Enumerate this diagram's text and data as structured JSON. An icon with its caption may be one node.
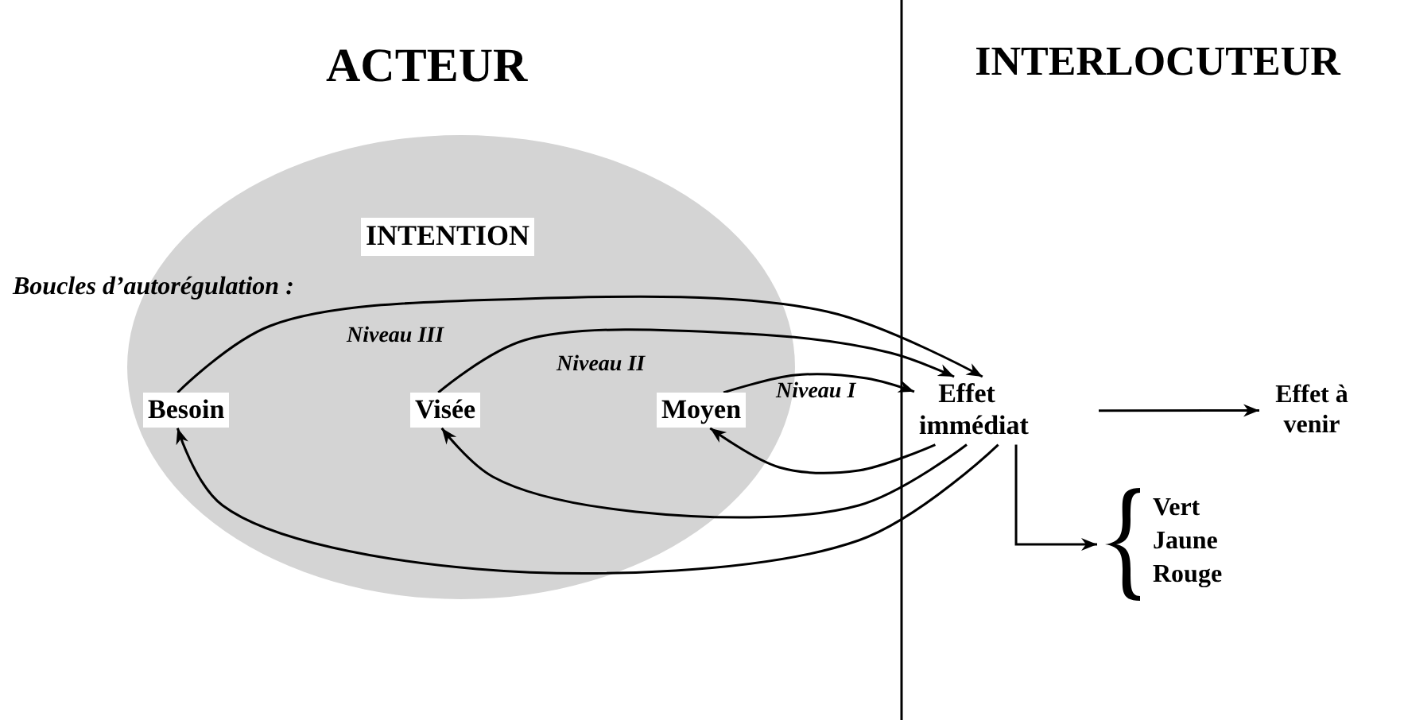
{
  "diagram": {
    "nodes": [
      {
        "text": [
          "INTENTION"
        ]
      },
      {
        "text": [
          "Besoin"
        ],
        "in": 0
      },
      {
        "text": [
          "Visée"
        ],
        "in": 0
      },
      {
        "text": [
          "Moyen"
        ],
        "in": 0
      },
      {
        "text": [
          "Effet immédiat"
        ]
      },
      {
        "text": [
          "Effet à venir"
        ]
      },
      {
        "text": [
          "Vert",
          "Jaune",
          "Rouge"
        ]
      }
    ],
    "edges": [
      {
        "from": 1,
        "to": 4,
        "arrow": "to",
        "label": "Niveau III"
      },
      {
        "from": 2,
        "to": 4,
        "arrow": "to",
        "label": "Niveau II"
      },
      {
        "from": 3,
        "to": 4,
        "arrow": "to",
        "label": "Niveau I"
      },
      {
        "from": 4,
        "to": 3,
        "arrow": "to"
      },
      {
        "from": 4,
        "to": 2,
        "arrow": "to"
      },
      {
        "from": 4,
        "to": 1,
        "arrow": "to"
      },
      {
        "from": 4,
        "to": 5,
        "arrow": "to"
      },
      {
        "from": 4,
        "to": 6,
        "arrow": "to"
      }
    ],
    "labels": [
      "ACTEUR",
      "INTERLOCUTEUR",
      "Boucles d’autorégulation :"
    ]
  }
}
